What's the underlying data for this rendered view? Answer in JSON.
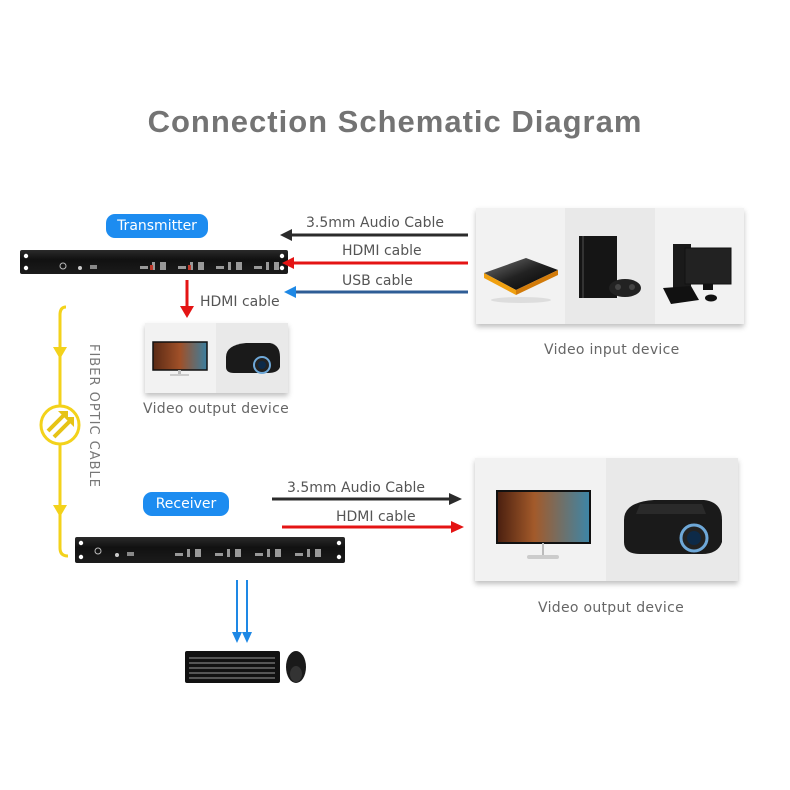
{
  "title": "Connection Schematic Diagram",
  "transmitter": {
    "label": "Transmitter",
    "output_cable_label": "HDMI cable",
    "inputs": [
      {
        "label": "3.5mm Audio Cable",
        "color": "#2b2b2b"
      },
      {
        "label": "HDMI cable",
        "color": "#e41414"
      },
      {
        "label": "USB cable",
        "color": "#1e88e5"
      }
    ]
  },
  "video_input_device": {
    "caption": "Video input device",
    "items": [
      {
        "icon": "set-top-box-icon"
      },
      {
        "icon": "game-console-icon"
      },
      {
        "icon": "desktop-computer-icon"
      }
    ]
  },
  "local_output_device": {
    "caption": "Video output device",
    "items": [
      {
        "icon": "monitor-icon"
      },
      {
        "icon": "projector-icon"
      }
    ]
  },
  "fiber": {
    "label": "FIBER OPTIC CABLE",
    "color": "#f3d21b"
  },
  "receiver": {
    "label": "Receiver",
    "outputs": [
      {
        "label": "3.5mm Audio Cable",
        "color": "#2b2b2b"
      },
      {
        "label": "HDMI cable",
        "color": "#e41414"
      }
    ],
    "usb_color": "#1e88e5"
  },
  "remote_output_device": {
    "caption": "Video output device",
    "items": [
      {
        "icon": "monitor-icon"
      },
      {
        "icon": "projector-icon"
      }
    ]
  },
  "peripherals": {
    "items": [
      {
        "icon": "keyboard-icon"
      },
      {
        "icon": "mouse-icon"
      }
    ]
  },
  "colors": {
    "accent": "#1d8cf0",
    "title": "#747474"
  }
}
